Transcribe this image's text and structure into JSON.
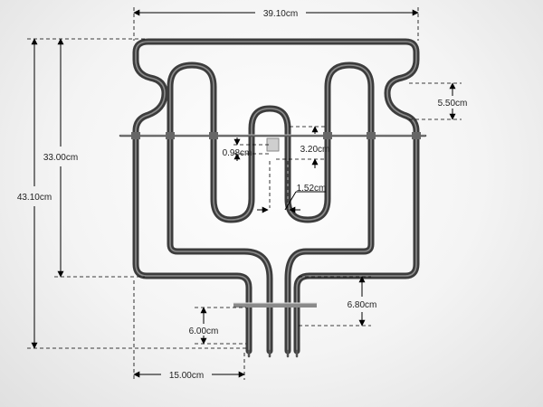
{
  "dimensions": {
    "overall_width": "39.10cm",
    "overall_height": "43.10cm",
    "inner_height": "33.00cm",
    "side_notch": "5.50cm",
    "center_loop_gap": "3.20cm",
    "bracket_height": "0.98cm",
    "loop_spacing": "1.52cm",
    "terminal_depth": "6.80cm",
    "terminal_offset": "6.00cm",
    "bottom_width": "15.00cm"
  },
  "colors": {
    "element": "#3c3c3c",
    "highlight": "#9a9a9a",
    "dimension_line": "#000000",
    "background": "#efefef"
  }
}
